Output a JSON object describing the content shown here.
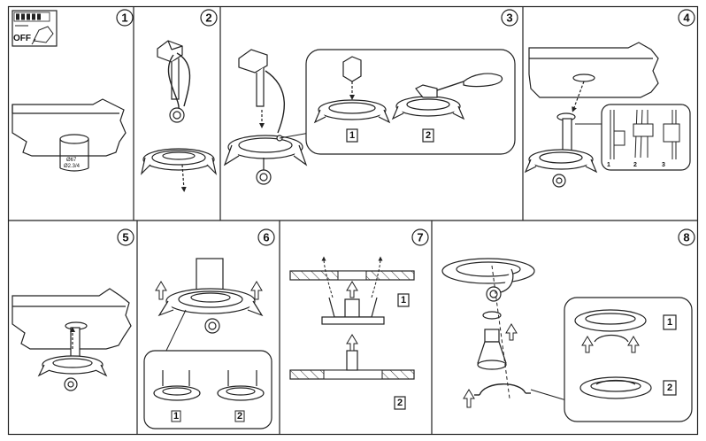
{
  "steps": [
    {
      "number": "1",
      "switch_label": "OFF",
      "dimension_diameter": "Ø67",
      "dimension_inch": "Ø2.3/4"
    },
    {
      "number": "2"
    },
    {
      "number": "3",
      "sub_labels": [
        "1",
        "2"
      ]
    },
    {
      "number": "4",
      "sub_labels": [
        "1",
        "2",
        "3"
      ]
    },
    {
      "number": "5"
    },
    {
      "number": "6",
      "sub_labels": [
        "1",
        "2"
      ]
    },
    {
      "number": "7",
      "sub_labels": [
        "1",
        "2"
      ]
    },
    {
      "number": "8",
      "sub_labels": [
        "1",
        "2"
      ]
    }
  ]
}
